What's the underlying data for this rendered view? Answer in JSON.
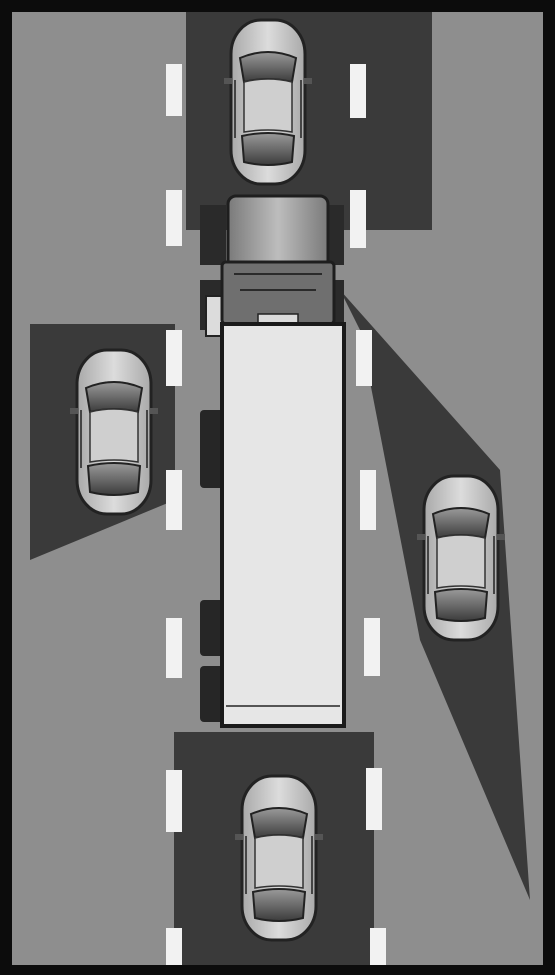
{
  "diagram": {
    "subject": "truck-blind-spots-top-view",
    "colors": {
      "frame": "#0c0c0c",
      "road": "#8e8e8e",
      "blind_zone": "#3a3a3a",
      "lane_marking": "#f2f2f2",
      "trailer": "#e6e6e6",
      "car_body": "#c9c9c9",
      "car_glass": "#555555"
    },
    "icons": [
      "truck-icon",
      "trailer-icon",
      "car-icon"
    ],
    "vehicles": [
      {
        "id": "car-front",
        "label": ""
      },
      {
        "id": "car-left",
        "label": ""
      },
      {
        "id": "car-right",
        "label": ""
      },
      {
        "id": "car-rear",
        "label": ""
      }
    ]
  }
}
